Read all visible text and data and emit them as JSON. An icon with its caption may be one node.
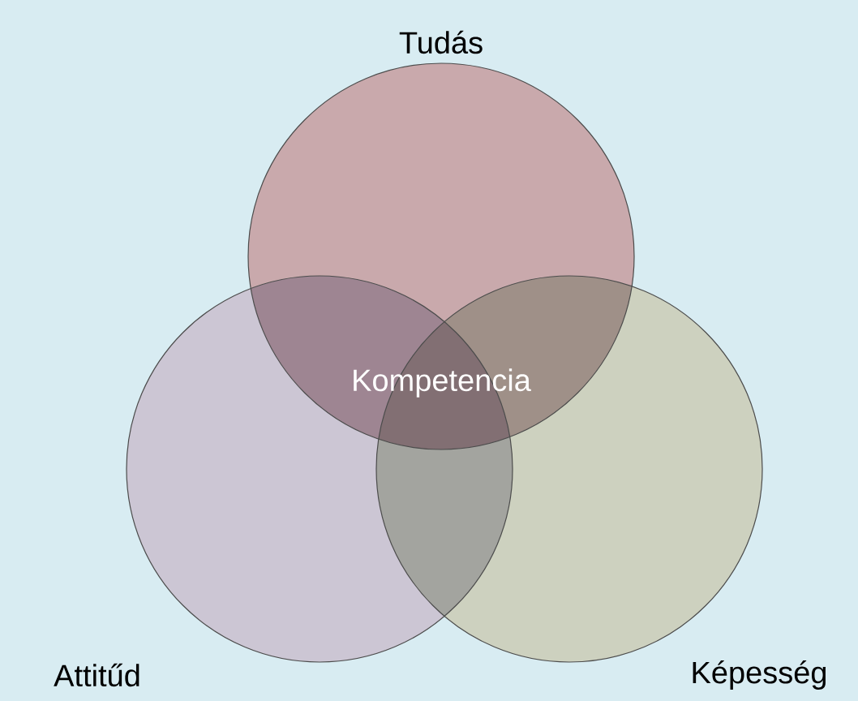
{
  "diagram": {
    "nodes": [
      {
        "text": [
          "Tudás"
        ]
      },
      {
        "text": [
          "Attitűd"
        ]
      },
      {
        "text": [
          "Képesség"
        ]
      }
    ],
    "labels": [
      "Kompetencia"
    ]
  }
}
